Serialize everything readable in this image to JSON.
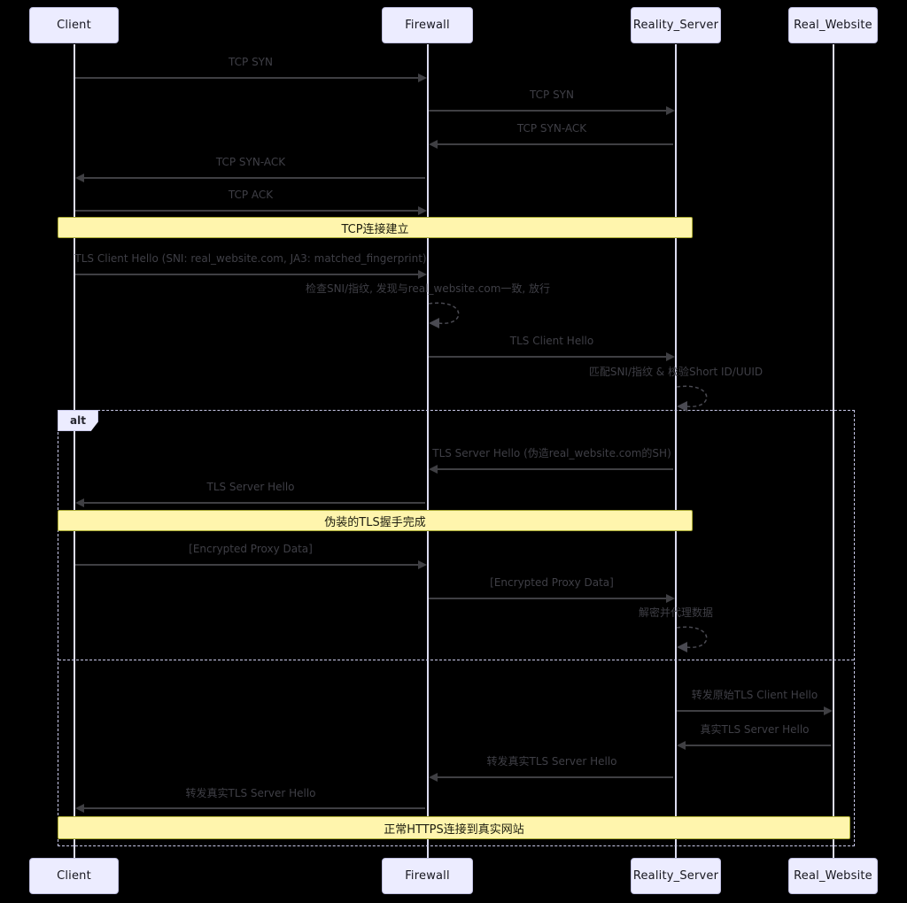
{
  "diagram_type": "sequence",
  "colors": {
    "background": "#000000",
    "participant_fill": "#ECECFF",
    "participant_border": "#BFBFE0",
    "lifeline": "#DCDCF0",
    "arrow": "#3F3F43",
    "message_text": "#3F3F46",
    "note_fill": "#FFF5AD",
    "note_border": "#AAAA33",
    "frame_border": "#C8C8E8"
  },
  "participants": [
    {
      "label": "Client"
    },
    {
      "label": "Firewall"
    },
    {
      "label": "Reality_Server"
    },
    {
      "label": "Real_Website"
    }
  ],
  "messages": [
    {
      "from": "Client",
      "to": "Firewall",
      "label": "TCP SYN"
    },
    {
      "from": "Firewall",
      "to": "Reality_Server",
      "label": "TCP SYN"
    },
    {
      "from": "Reality_Server",
      "to": "Firewall",
      "label": "TCP SYN-ACK"
    },
    {
      "from": "Firewall",
      "to": "Client",
      "label": "TCP SYN-ACK"
    },
    {
      "from": "Client",
      "to": "Firewall",
      "label": "TCP ACK"
    },
    {
      "from": "Client",
      "to": "Firewall",
      "label": "TLS Client Hello (SNI: real_website.com, JA3: matched_fingerprint)"
    },
    {
      "from": "Firewall",
      "to": "Reality_Server",
      "label": "TLS Client Hello"
    },
    {
      "from": "Reality_Server",
      "to": "Firewall",
      "label": "TLS Server Hello (伪造real_website.com的SH)"
    },
    {
      "from": "Firewall",
      "to": "Client",
      "label": "TLS Server Hello"
    },
    {
      "from": "Client",
      "to": "Firewall",
      "label": "[Encrypted Proxy Data]"
    },
    {
      "from": "Firewall",
      "to": "Reality_Server",
      "label": "[Encrypted Proxy Data]"
    },
    {
      "from": "Reality_Server",
      "to": "Real_Website",
      "label": "转发原始TLS Client Hello"
    },
    {
      "from": "Real_Website",
      "to": "Reality_Server",
      "label": "真实TLS Server Hello"
    },
    {
      "from": "Reality_Server",
      "to": "Firewall",
      "label": "转发真实TLS Server Hello"
    },
    {
      "from": "Firewall",
      "to": "Client",
      "label": "转发真实TLS Server Hello"
    }
  ],
  "self_messages": [
    {
      "actor": "Firewall",
      "label": "检查SNI/指纹, 发现与real_website.com一致, 放行"
    },
    {
      "actor": "Reality_Server",
      "label": "匹配SNI/指纹 & 校验Short ID/UUID"
    },
    {
      "actor": "Reality_Server",
      "label": "解密并代理数据"
    }
  ],
  "notes": [
    {
      "over": "Client,Reality_Server",
      "label": "TCP连接建立"
    },
    {
      "over": "Client,Reality_Server",
      "label": "伪装的TLS握手完成"
    },
    {
      "over": "Client,Real_Website",
      "label": "正常HTTPS连接到真实网站"
    }
  ],
  "alt": {
    "label": "alt"
  }
}
